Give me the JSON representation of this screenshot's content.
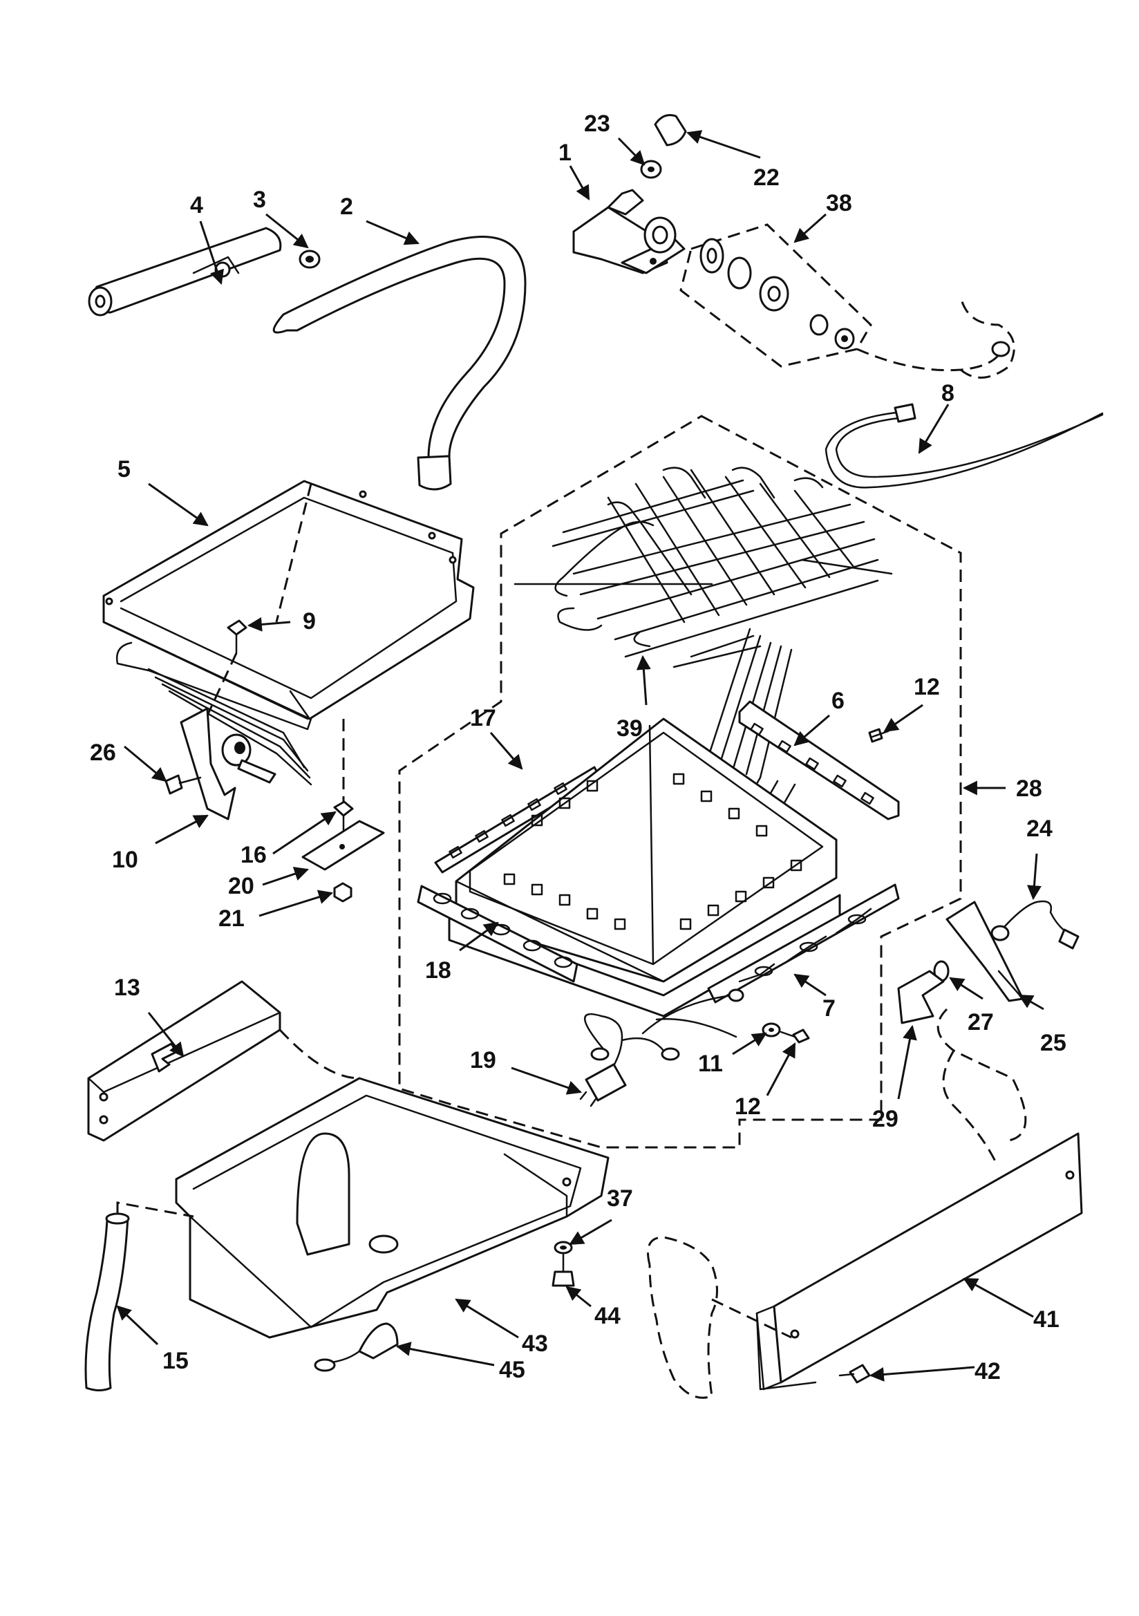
{
  "diagram": {
    "callouts": [
      {
        "id": "c1",
        "text": "1"
      },
      {
        "id": "c2",
        "text": "2"
      },
      {
        "id": "c3",
        "text": "3"
      },
      {
        "id": "c4",
        "text": "4"
      },
      {
        "id": "c5",
        "text": "5"
      },
      {
        "id": "c6",
        "text": "6"
      },
      {
        "id": "c7",
        "text": "7"
      },
      {
        "id": "c8",
        "text": "8"
      },
      {
        "id": "c9",
        "text": "9"
      },
      {
        "id": "c10",
        "text": "10"
      },
      {
        "id": "c11",
        "text": "11"
      },
      {
        "id": "c12a",
        "text": "12"
      },
      {
        "id": "c12b",
        "text": "12"
      },
      {
        "id": "c13",
        "text": "13"
      },
      {
        "id": "c15",
        "text": "15"
      },
      {
        "id": "c16",
        "text": "16"
      },
      {
        "id": "c17",
        "text": "17"
      },
      {
        "id": "c18",
        "text": "18"
      },
      {
        "id": "c19",
        "text": "19"
      },
      {
        "id": "c20",
        "text": "20"
      },
      {
        "id": "c21",
        "text": "21"
      },
      {
        "id": "c22",
        "text": "22"
      },
      {
        "id": "c23",
        "text": "23"
      },
      {
        "id": "c24",
        "text": "24"
      },
      {
        "id": "c25",
        "text": "25"
      },
      {
        "id": "c26",
        "text": "26"
      },
      {
        "id": "c27",
        "text": "27"
      },
      {
        "id": "c28",
        "text": "28"
      },
      {
        "id": "c29",
        "text": "29"
      },
      {
        "id": "c37",
        "text": "37"
      },
      {
        "id": "c38",
        "text": "38"
      },
      {
        "id": "c39",
        "text": "39"
      },
      {
        "id": "c41",
        "text": "41"
      },
      {
        "id": "c42",
        "text": "42"
      },
      {
        "id": "c43",
        "text": "43"
      },
      {
        "id": "c44",
        "text": "44"
      },
      {
        "id": "c45",
        "text": "45"
      }
    ]
  }
}
